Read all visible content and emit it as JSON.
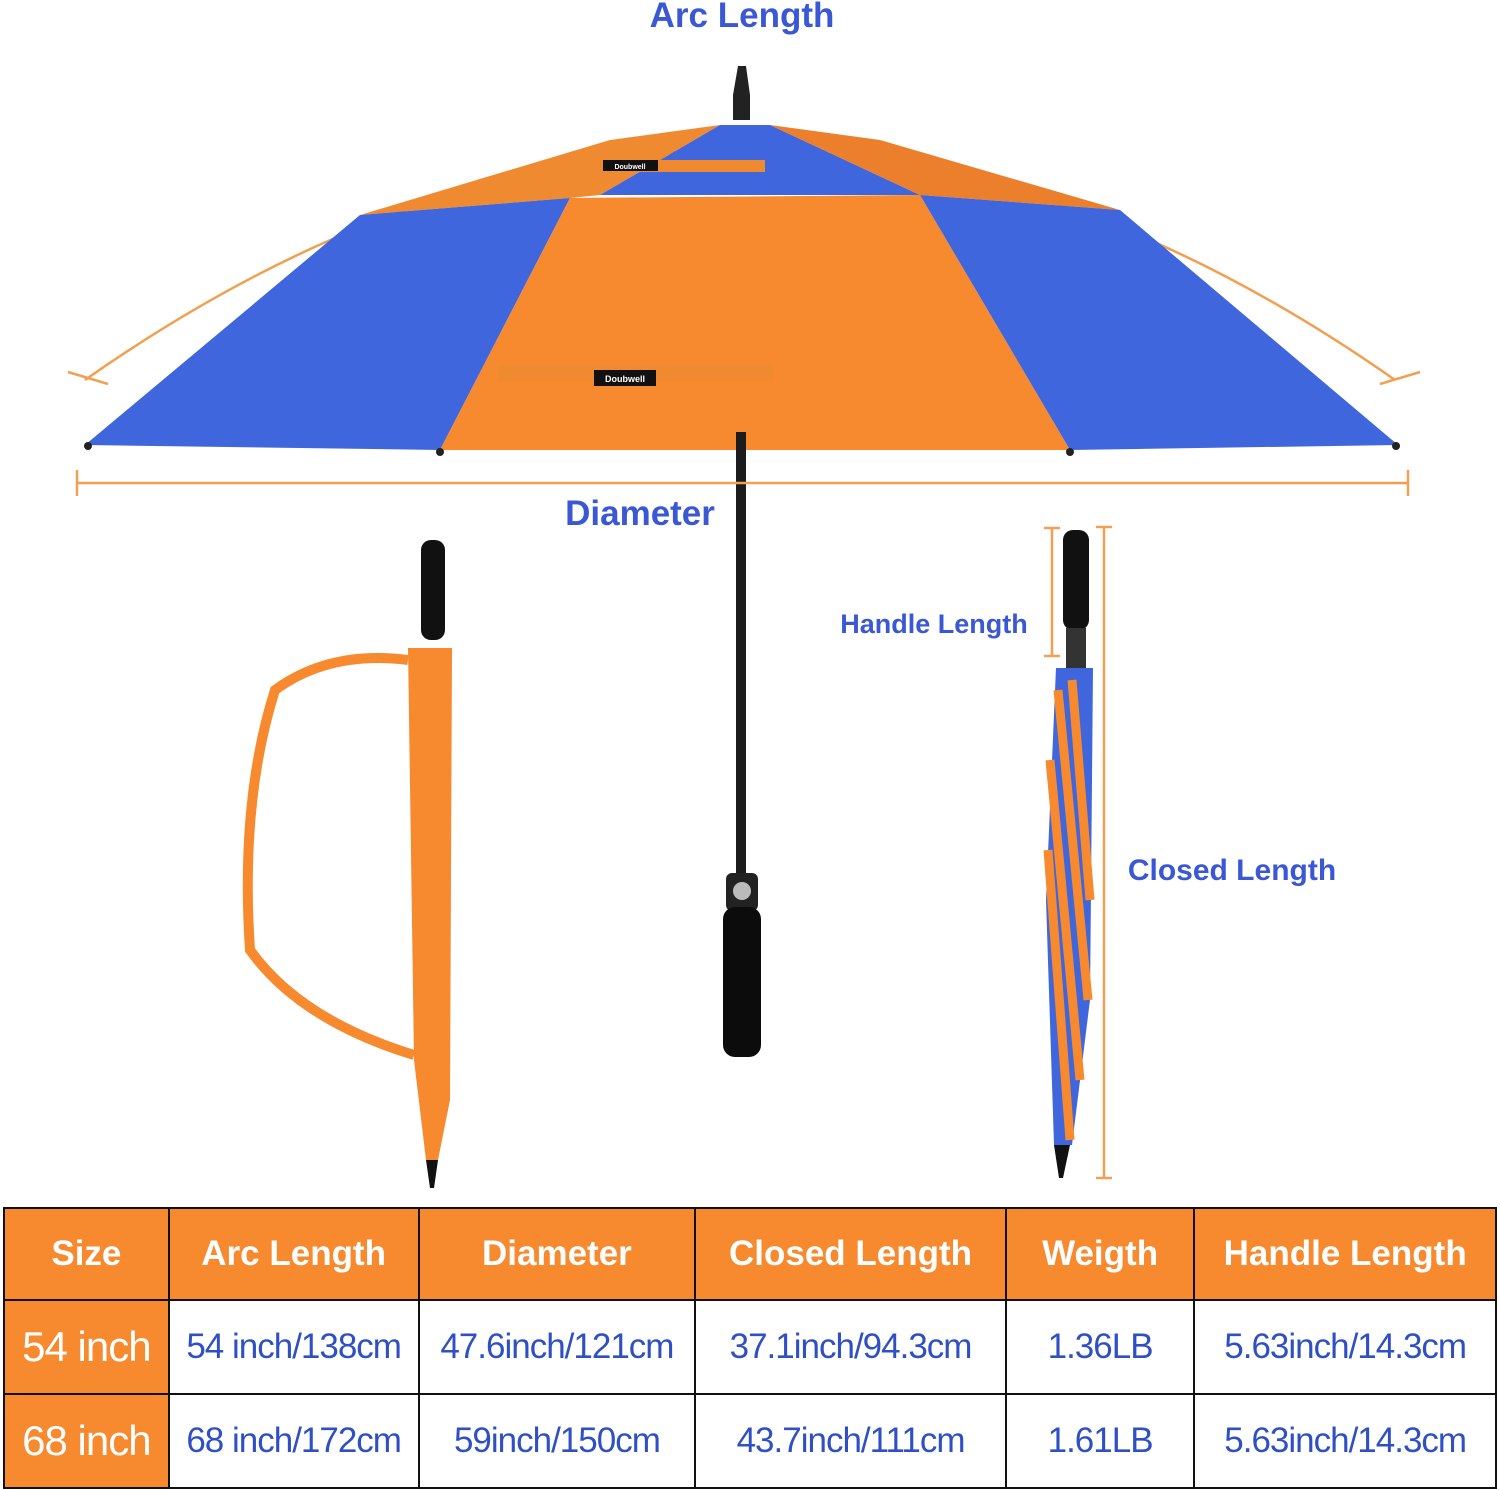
{
  "labels": {
    "arc_length": "Arc Length",
    "diameter": "Diameter",
    "handle_length": "Handle Length",
    "closed_length": "Closed Length"
  },
  "brand_tag": "Doubwell",
  "colors": {
    "orange": "#f7892e",
    "blue": "#3f66dc",
    "label_blue": "#3a57d4",
    "dimension_line": "#f0a050"
  },
  "table": {
    "headers": [
      "Size",
      "Arc Length",
      "Diameter",
      "Closed Length",
      "Weigth",
      "Handle Length"
    ],
    "rows": [
      [
        "54 inch",
        "54 inch/138cm",
        "47.6inch/121cm",
        "37.1inch/94.3cm",
        "1.36LB",
        "5.63inch/14.3cm"
      ],
      [
        "68 inch",
        "68 inch/172cm",
        "59inch/150cm",
        "43.7inch/111cm",
        "1.61LB",
        "5.63inch/14.3cm"
      ]
    ]
  }
}
